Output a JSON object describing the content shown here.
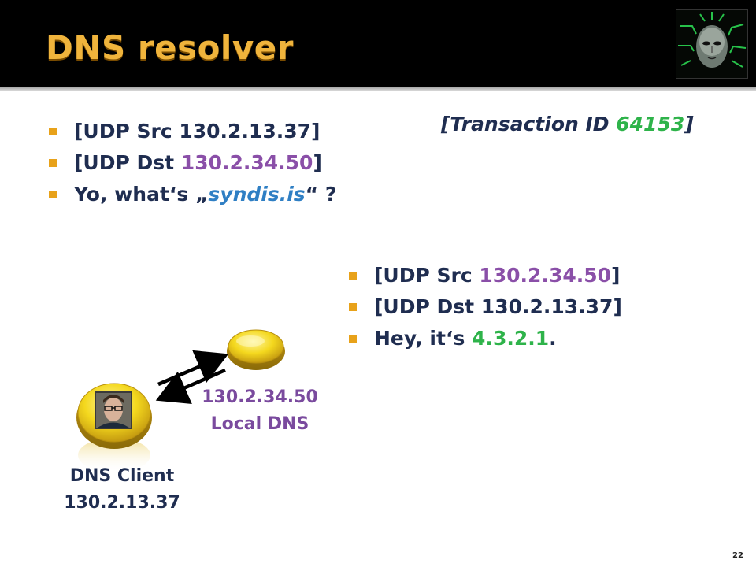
{
  "slide": {
    "title": "DNS resolver",
    "slide_number": "22"
  },
  "query": {
    "src_prefix": "[UDP Src ",
    "src_ip": "130.2.13.37",
    "src_suffix": "]",
    "dst_prefix": "[UDP Dst ",
    "dst_ip": "130.2.34.50",
    "dst_suffix": "]",
    "question_prefix": "Yo, what‘s „",
    "question_domain": "syndis.is",
    "question_suffix": "“ ?"
  },
  "transaction": {
    "prefix": "[Transaction ID ",
    "id": "64153",
    "suffix": "]"
  },
  "response": {
    "src_prefix": "[UDP Src ",
    "src_ip": "130.2.34.50",
    "src_suffix": "]",
    "dst_prefix": "[UDP Dst ",
    "dst_ip": "130.2.13.37",
    "dst_suffix": "]",
    "answer_prefix": "Hey, it‘s ",
    "answer_ip": "4.3.2.1",
    "answer_suffix": "."
  },
  "nodes": {
    "local_dns": {
      "ip": "130.2.34.50",
      "name": "Local DNS"
    },
    "client": {
      "name": "DNS Client",
      "ip": "130.2.13.37"
    }
  },
  "colors": {
    "title": "#f0b43c",
    "text": "#1f2d50",
    "purple_ip": "#8a4fa8",
    "green": "#2eb34a",
    "domain_blue": "#2f7fc4",
    "bullet": "#e8a21a",
    "node_yellow": "#f2d21a"
  }
}
